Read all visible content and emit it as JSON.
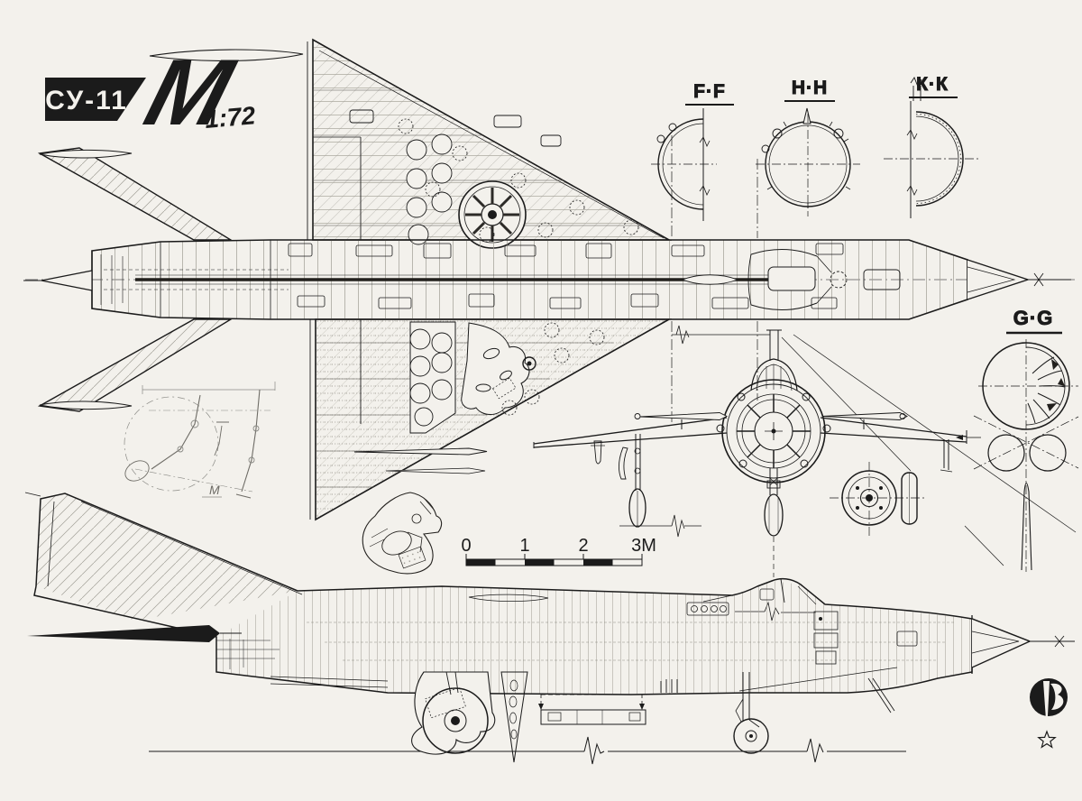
{
  "palette": {
    "paper": "#f3f1ec",
    "ink": "#1b1b1b",
    "light_ink": "#44423e",
    "faint": "#8a877f"
  },
  "title_block": {
    "model": "СУ-11",
    "logo_letter": "М",
    "scale": "1:72"
  },
  "sections": {
    "ff": "F·F",
    "hh": "H·H",
    "kk": "К·К",
    "gg": "G·G"
  },
  "scale_bar": {
    "ticks": [
      "0",
      "1",
      "2",
      "3М"
    ]
  },
  "annotations": {
    "gear_detail_label": "М"
  },
  "icons": {
    "publisher_logo": "comet-star-emblem"
  }
}
